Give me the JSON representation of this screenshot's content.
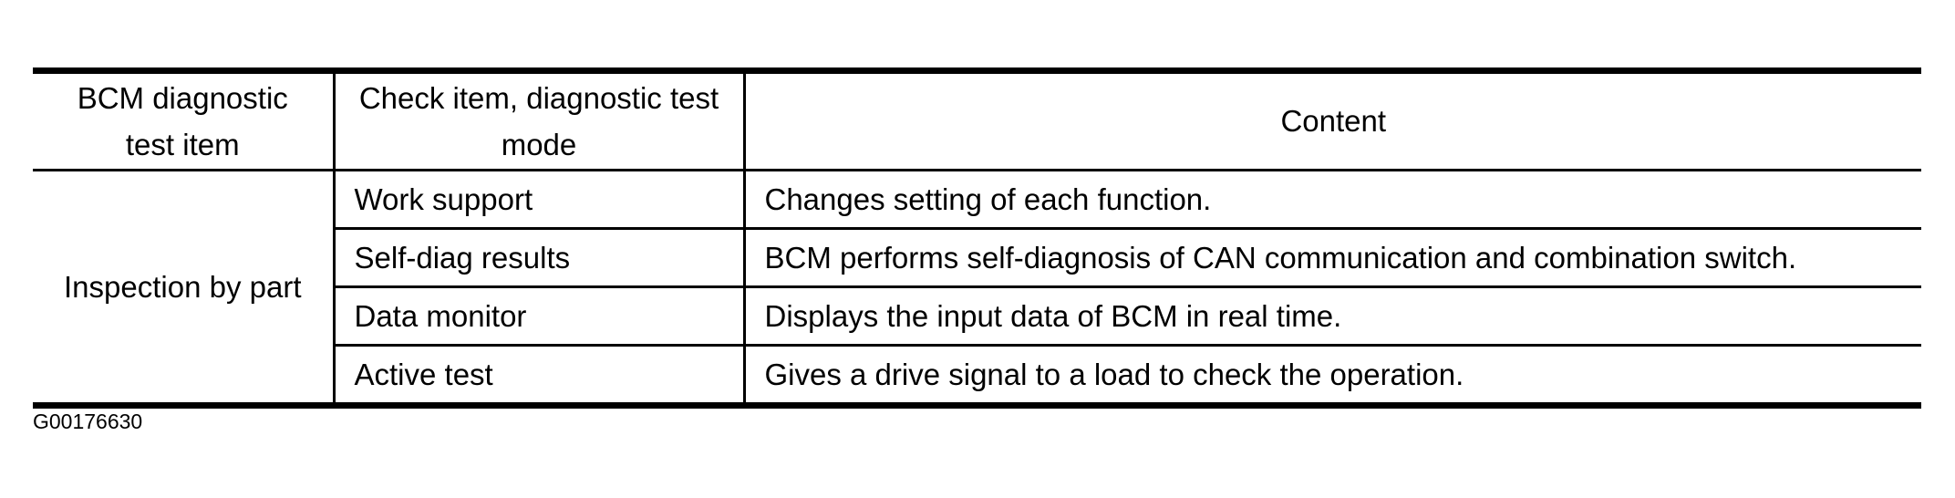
{
  "table": {
    "headers": {
      "col1": "BCM diagnostic\ntest item",
      "col2": "Check item, diagnostic test\nmode",
      "col3": "Content"
    },
    "group_cell": "Inspection by part",
    "rows": [
      {
        "mode": "Work support",
        "content": "Changes setting of each function."
      },
      {
        "mode": "Self-diag results",
        "content": "BCM performs self-diagnosis of CAN communication and combination switch."
      },
      {
        "mode": "Data monitor",
        "content": "Displays the input data of BCM in real time."
      },
      {
        "mode": "Active test",
        "content": "Gives a drive signal to a load to check the operation."
      }
    ]
  },
  "figure_code": "G00176630",
  "colors": {
    "border": "#000000",
    "background": "#ffffff",
    "text": "#000000"
  }
}
